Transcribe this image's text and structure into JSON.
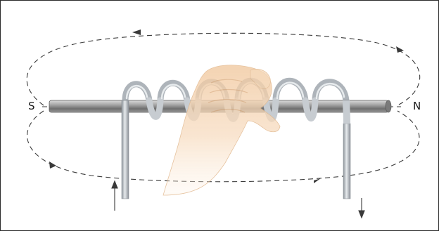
{
  "labels": {
    "south_pole": "S",
    "north_pole": "N"
  },
  "figure": {
    "field_line_color": "#3a3a3a",
    "rod_color": "#8f8f8f",
    "coil_color": "#b8bec4",
    "hand_color": "#f3d8b8",
    "current_in_arrow": "up-arrow",
    "current_out_arrow": "down-arrow"
  }
}
